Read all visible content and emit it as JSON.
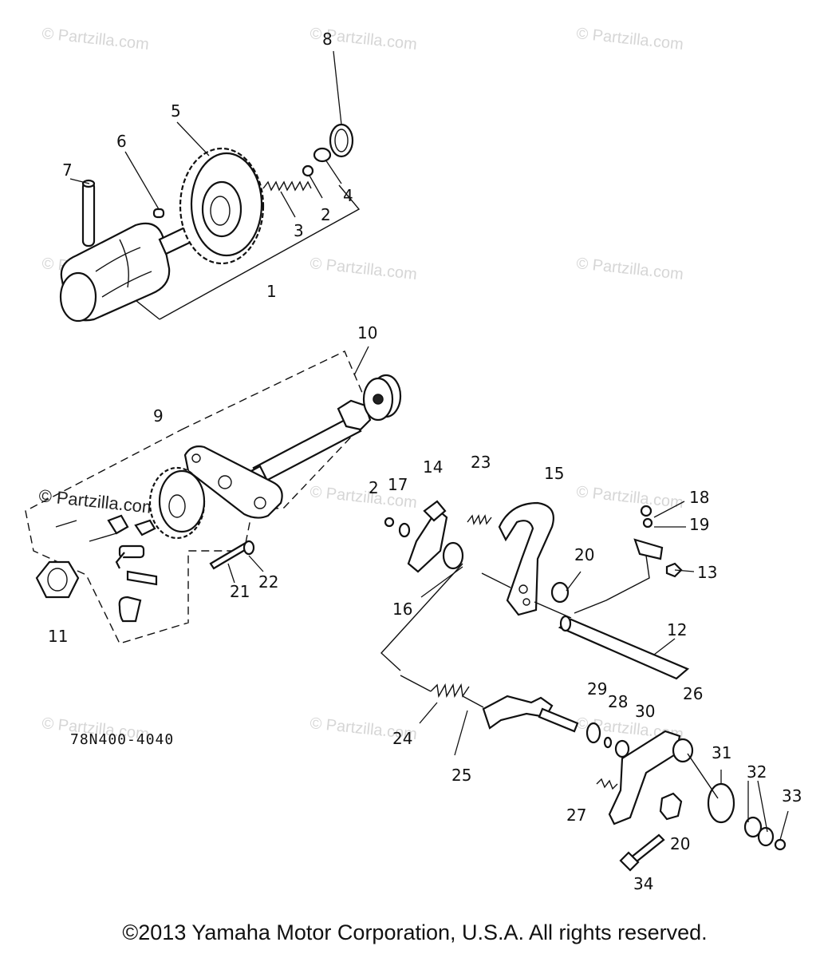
{
  "watermark": "© Partzilla.com",
  "diagram_code": "78N400-4040",
  "copyright": "©2013 Yamaha Motor Corporation, U.S.A. All rights reserved.",
  "callouts": [
    "1",
    "2",
    "2",
    "3",
    "4",
    "5",
    "6",
    "7",
    "8",
    "9",
    "10",
    "11",
    "12",
    "13",
    "14",
    "15",
    "16",
    "17",
    "18",
    "19",
    "20",
    "20",
    "21",
    "22",
    "23",
    "24",
    "25",
    "26",
    "27",
    "28",
    "29",
    "30",
    "31",
    "32",
    "33",
    "34"
  ]
}
